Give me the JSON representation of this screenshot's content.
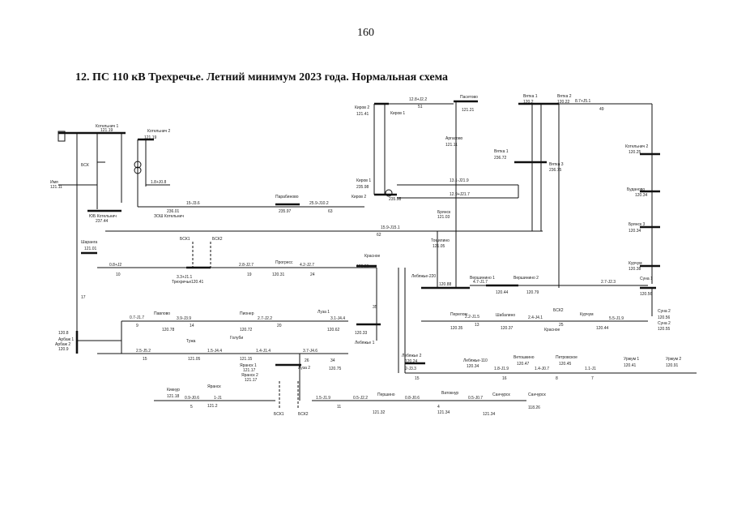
{
  "page_number": "160",
  "title": "12. ПС 110 кВ Трехречье. Летний минимум 2023 года. Нормальная схема",
  "labels": {
    "kotelnich1": "Котельнич 1",
    "kotelnich1_v": "121.19",
    "kotelnich2": "Котельнич 2",
    "kotelnich2_v": "121.19",
    "imya": "Имя",
    "imya_v": "121.11",
    "kotelnich_bus": "ЮБ Котельнич",
    "kotelnich_bus_v": "237.44",
    "zb_kotelnich": "ЗОШ Котельнич",
    "zb_v": "236.01",
    "parabino": "Парабиново",
    "parabino_v": "235.97",
    "kirov2": "Киров 2",
    "kirov2_v": "121.41",
    "kirov1": "Киров 1",
    "pasetovo": "Пасетово",
    "pasetovo_v": "121.21",
    "kirov_bus1": "Киров 1",
    "kirov_bus1_v": "235.98",
    "kirov_bus2": "Киров 2",
    "kirov_bus2_v": "235.98",
    "bryansk": "Брянск",
    "bryansk_v": "121.03",
    "vyatka1": "Вятка 1",
    "vyatka1_v": "120.2",
    "vyatka2": "Вятка 2",
    "vyatka2_v": "120.22",
    "vyatka_bus1": "Вятка 1",
    "vyatka_bus1_v": "236.72",
    "vyatka_bus3": "Вятка 3",
    "vyatka_bus3_v": "236.75",
    "kotelnich2b": "Котельнич 2",
    "kotelnich2b_v": "120.25",
    "budanovo": "Буданово",
    "budanovo_v": "120.34",
    "briansk3": "Брянск 3",
    "briansk3_v": "120.34",
    "kurchum": "Курчум",
    "kurchum_v": "120.38",
    "sucha1": "Суна 1",
    "sucha1_v": "120.56",
    "sucha2": "Суна 2",
    "sucha2_v": "120.56",
    "sharanga": "Шаранга",
    "sharanga_v": "121.01",
    "trekhreche": "Трехречье",
    "trekhreche_v": "120.41",
    "progress": "Прогресс",
    "progress_v": "120.31",
    "krasnoe": "Красное",
    "krasnoe_v": "120.36",
    "tomilino": "Томилино",
    "tomilino_v": "121.05",
    "lebyazhe": "Лебяжье-220",
    "lebyazhe_v": "120.88",
    "vershinino1": "Вершинино 1",
    "vershinino1_v": "120.44",
    "vershinino2": "Вершинино 2",
    "vershinino2_v": "120.79",
    "pavlovo": "Павлово",
    "pavlovo_v": "120.78",
    "pioneer": "Пионер",
    "pioneer_v": "120.72",
    "luza1": "Луза 1",
    "luza1_v": "120.62",
    "lebyazhe1": "Лебяжье 1",
    "lebyazhe1_v": "120.33",
    "perelom": "Перелом",
    "perelom_v": "120.35",
    "shabalino": "Шабалино",
    "shabalino_v": "120.37",
    "krasnoe2": "Красное",
    "kurchum2": "Курчум",
    "kurchum2_v": "120.44",
    "sucha_bus": "Суна 2",
    "sucha_bus_v": "120.55",
    "arbazh1": "Арбаж 1",
    "arbazh1_v": "120.8",
    "arbazh2": "Арбаж 2",
    "arbazh2_v": "120.9",
    "tuzha": "Тужа",
    "tuzha_v": "121.05",
    "golubi": "Голуби",
    "golubi_v": "121.15",
    "yaransk1": "Яранск 1",
    "yaransk1_v": "121.17",
    "yaransk2": "Яранск 2",
    "yaransk2_v": "121.17",
    "luza2": "Луза 2",
    "luza2_v": "120.75",
    "lebyazhe2": "Лебяжье 2",
    "lebyazhe2_v": "120.24",
    "lebyazhe110": "Лебяжье-110",
    "lebyazhe110_v": "120.34",
    "vetoshkino": "Ветошкино",
    "vetoshkino_v": "120.47",
    "petrovskoe": "Петровское",
    "petrovskoe_v": "120.45",
    "urzhum1": "Уржум 1",
    "urzhum1_v": "120.41",
    "urzhum2": "Уржум 2",
    "urzhum2_v": "120.91",
    "kikner": "Кикнур",
    "kikner_v": "121.18",
    "yaransk": "Яранск",
    "yaransk_v": "121.2",
    "pershino": "Першино",
    "pershino_v": "121.32",
    "vetoshka": "Ватокнур",
    "vetoshka_v": "121.34",
    "sancursk": "Санчурск",
    "sancursk_v": "121.34",
    "sancursk2": "Санчурск",
    "sancursk2_v": "118.26",
    "bsk": "БСК",
    "bsk1": "БСК1",
    "bsk2": "БСК2"
  },
  "flows": {
    "f1": "12.8+J2.2",
    "f2": "8.7+J5.1",
    "f3": "13.1-J21.9",
    "f4": "12.9+J21.7",
    "f5": "15.9-J15.1",
    "f6": "25.9-J10.2",
    "f7": "15-J3.6",
    "f8": "0.8+J2",
    "f9": "2.8-J2.7",
    "f10": "4.2-J2.7",
    "f11": "3.3+J1.1",
    "f12": "4.7-J1.7",
    "f13": "2.7-J2.3",
    "f14": "0.7-J1.7",
    "f15": "3.9-J3.9",
    "f16": "2.7-J2.2",
    "f17": "3.1-J4.4",
    "f18": "2.5-J5.2",
    "f19": "1.5-J4.4",
    "f20": "1.4-J1.4",
    "f21": "3.7-J4.6",
    "f22": "2.2-J1.5",
    "f23": "2.4-J4.1",
    "f24": "5.5-J1.9",
    "f25": "2-J3.3",
    "f26": "1.8-J1.9",
    "f27": "1.4-J0.7",
    "f28": "1.1-J1",
    "f29": "0.9-J0.6",
    "f30": "1-J1",
    "f31": "1.5-J1.9",
    "f32": "0.5-J2.2",
    "f33": "0.8-J0.6",
    "f34": "0.5-J0.7",
    "f35": "1.8+J0.8"
  },
  "line_numbers": {
    "n10": "10",
    "n19": "19",
    "n24": "24",
    "n35": "35",
    "n17": "17",
    "n62": "62",
    "n63": "63",
    "n51": "51",
    "n49": "49",
    "n9": "9",
    "n14": "14",
    "n20": "20",
    "n16": "16",
    "n25": "25",
    "n13": "13",
    "n15": "15",
    "n11": "11",
    "n26": "26",
    "n34": "34",
    "n5": "5",
    "n4": "4",
    "n7": "7",
    "n8": "8"
  }
}
